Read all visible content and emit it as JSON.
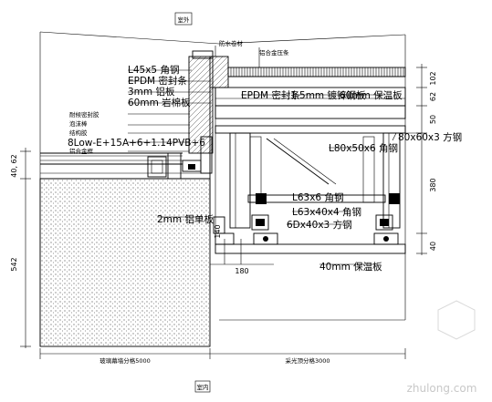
{
  "top_tag": "室外",
  "bottom_tag": "室内",
  "labels": {
    "l45": "L45x5 角钢",
    "epdm_top": "EPDM 密封条",
    "aluminum_3mm": "3mm 铝板",
    "steel_60mm": "60mm 岩棉板",
    "epdm_mid": "EPDM 密封条",
    "panel_1_5": "1.5mm 镀锌钢板",
    "panel_60": "60mm 保温板",
    "beam_80": "80x60x3 方钢",
    "angle_l80": "L80x50x6 角钢",
    "angle_l63_6": "L63x6 角钢",
    "angle_l63_40": "L63x40x4 角钢",
    "bar_6d": "6Dx40x3 方钢",
    "insul_40": "40mm 保温板",
    "glass": "8Low-E+15A+6+1.14PVB+6",
    "alum_2mm": "2mm 铝单板",
    "roof_top": "防水卷材",
    "roof_top2": "铝合金压条"
  },
  "left_notes": [
    "耐候密封胶",
    "泡沫棒",
    "结构胶",
    "铝合金框"
  ],
  "dims": {
    "d102": "102",
    "d62": "62",
    "d50": "50",
    "d380": "380",
    "d40r": "40",
    "d40_62": "40, 62",
    "d542": "542",
    "d140": "140",
    "d180": "180",
    "left_span": "玻璃幕墙分格5000",
    "right_span": "采光顶分格3000"
  },
  "watermark": "zhulong.com",
  "colors": {
    "line": "#000000",
    "background": "#ffffff",
    "watermark": "#c8c8c8"
  }
}
